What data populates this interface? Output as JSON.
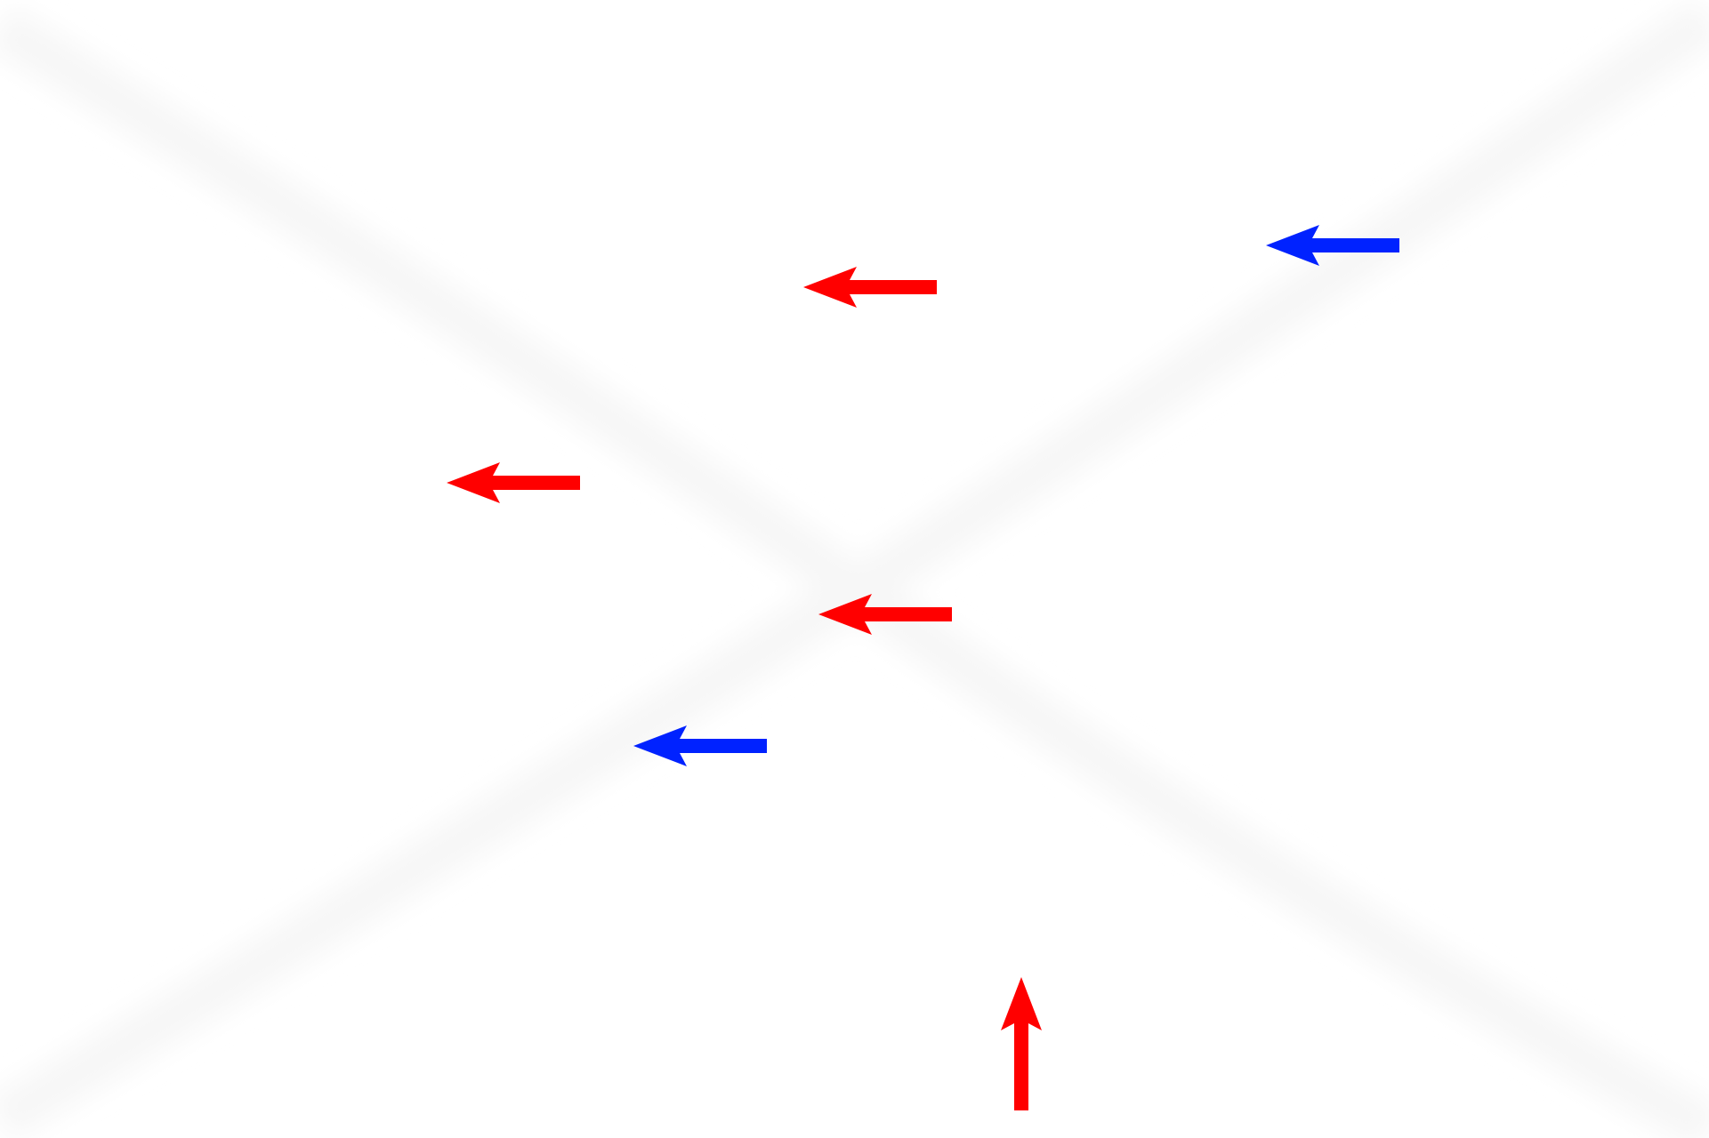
{
  "background": "#ffffff",
  "faint_x_color": "#f7f7f7",
  "arrows": [
    {
      "name": "red-arrow-1",
      "color": "#ff0000",
      "direction": "left"
    },
    {
      "name": "blue-arrow-1",
      "color": "#0022ff",
      "direction": "left"
    },
    {
      "name": "red-arrow-2",
      "color": "#ff0000",
      "direction": "left"
    },
    {
      "name": "red-arrow-3",
      "color": "#ff0000",
      "direction": "left"
    },
    {
      "name": "blue-arrow-2",
      "color": "#0022ff",
      "direction": "left"
    },
    {
      "name": "red-arrow-4",
      "color": "#ff0000",
      "direction": "up"
    }
  ]
}
